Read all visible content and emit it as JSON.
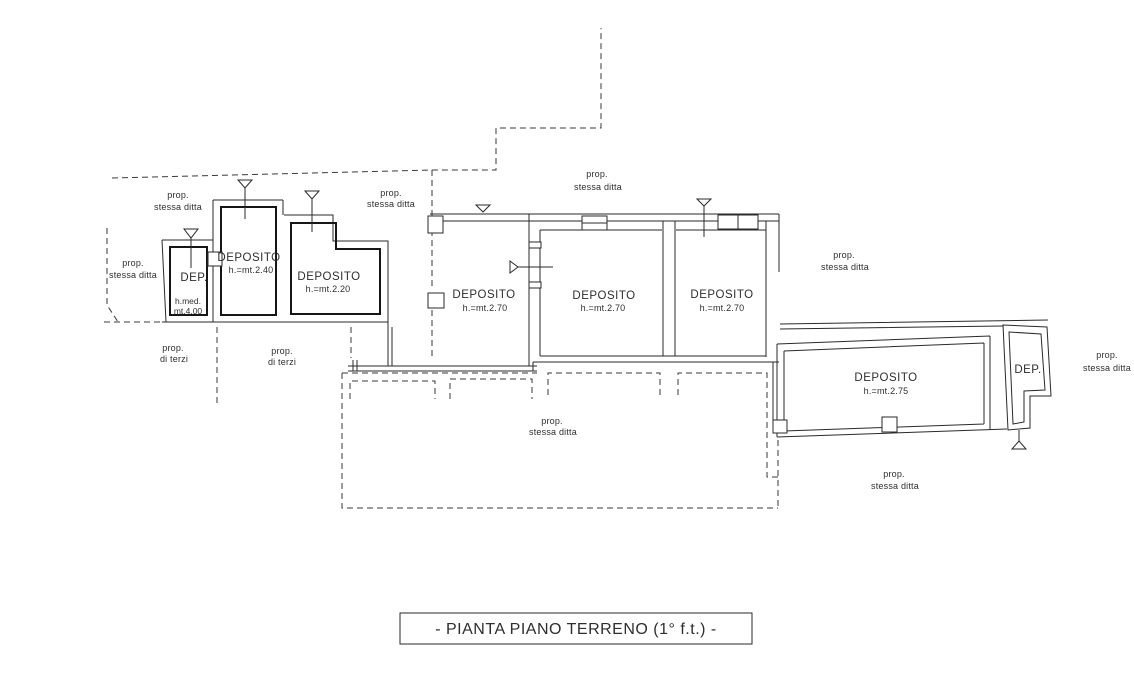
{
  "title_block": {
    "title": "- PIANTA PIANO TERRENO (1° f.t.) -"
  },
  "rooms": {
    "dep_left": {
      "name": "DEP.",
      "height_line1": "h.med.",
      "height_line2": "mt.4.00"
    },
    "deposito_240": {
      "name": "DEPOSITO",
      "height": "h.=mt.2.40"
    },
    "deposito_220": {
      "name": "DEPOSITO",
      "height": "h.=mt.2.20"
    },
    "deposito_270_a": {
      "name": "DEPOSITO",
      "height": "h.=mt.2.70"
    },
    "deposito_270_b": {
      "name": "DEPOSITO",
      "height": "h.=mt.2.70"
    },
    "deposito_270_c": {
      "name": "DEPOSITO",
      "height": "h.=mt.2.70"
    },
    "deposito_275": {
      "name": "DEPOSITO",
      "height": "h.=mt.2.75"
    },
    "dep_right": {
      "name": "DEP."
    }
  },
  "boundary_labels": {
    "same_firm": {
      "line1": "prop.",
      "line2": "stessa ditta"
    },
    "third_party": {
      "line1": "prop.",
      "line2": "di terzi"
    }
  },
  "colors": {
    "line": "#2a2a2a",
    "text": "#2e2e2e",
    "background": "#ffffff"
  }
}
